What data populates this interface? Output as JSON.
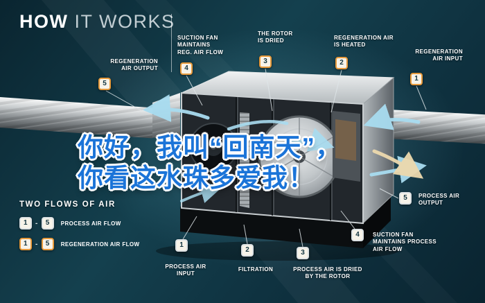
{
  "title": {
    "part1": "HOW",
    "part2": "IT WORKS"
  },
  "overlay_text": {
    "line1": "你好，我叫“回南天”，",
    "line2": "你看这水珠多爱我！"
  },
  "colors": {
    "accent_orange": "#E89B3C",
    "arrow_blue": "#A8DCF0",
    "overlay_blue": "#1B74D8",
    "background_teal": "#11303C",
    "badge_face": "#F7F3E9"
  },
  "callouts": [
    {
      "number": "5",
      "label": "REGENERATION\nAIR OUTPUT",
      "flow": "regeneration"
    },
    {
      "number": "4",
      "label": "SUCTION FAN\nMAINTAINS\nREG. AIR FLOW",
      "flow": "regeneration"
    },
    {
      "number": "3",
      "label": "THE ROTOR\nIS DRIED",
      "flow": "regeneration"
    },
    {
      "number": "2",
      "label": "REGENERATION AIR\nIS HEATED",
      "flow": "regeneration"
    },
    {
      "number": "1",
      "label": "REGENERATION\nAIR INPUT",
      "flow": "regeneration"
    },
    {
      "number": "5",
      "label": "PROCESS AIR\nOUTPUT",
      "flow": "process"
    },
    {
      "number": "4",
      "label": "SUCTION FAN\nMAINTAINS PROCESS\nAIR FLOW",
      "flow": "process"
    },
    {
      "number": "3",
      "label": "PROCESS AIR IS DRIED\nBY THE ROTOR",
      "flow": "process"
    },
    {
      "number": "2",
      "label": "FILTRATION",
      "flow": "process"
    },
    {
      "number": "1",
      "label": "PROCESS AIR\nINPUT",
      "flow": "process"
    }
  ],
  "legend": {
    "heading": "TWO FLOWS OF AIR",
    "rows": [
      {
        "start": "1",
        "dash": "-",
        "end": "5",
        "label": "PROCESS AIR FLOW",
        "flow": "process"
      },
      {
        "start": "1",
        "dash": "-",
        "end": "5",
        "label": "REGENERATION AIR FLOW",
        "flow": "regeneration"
      }
    ]
  }
}
